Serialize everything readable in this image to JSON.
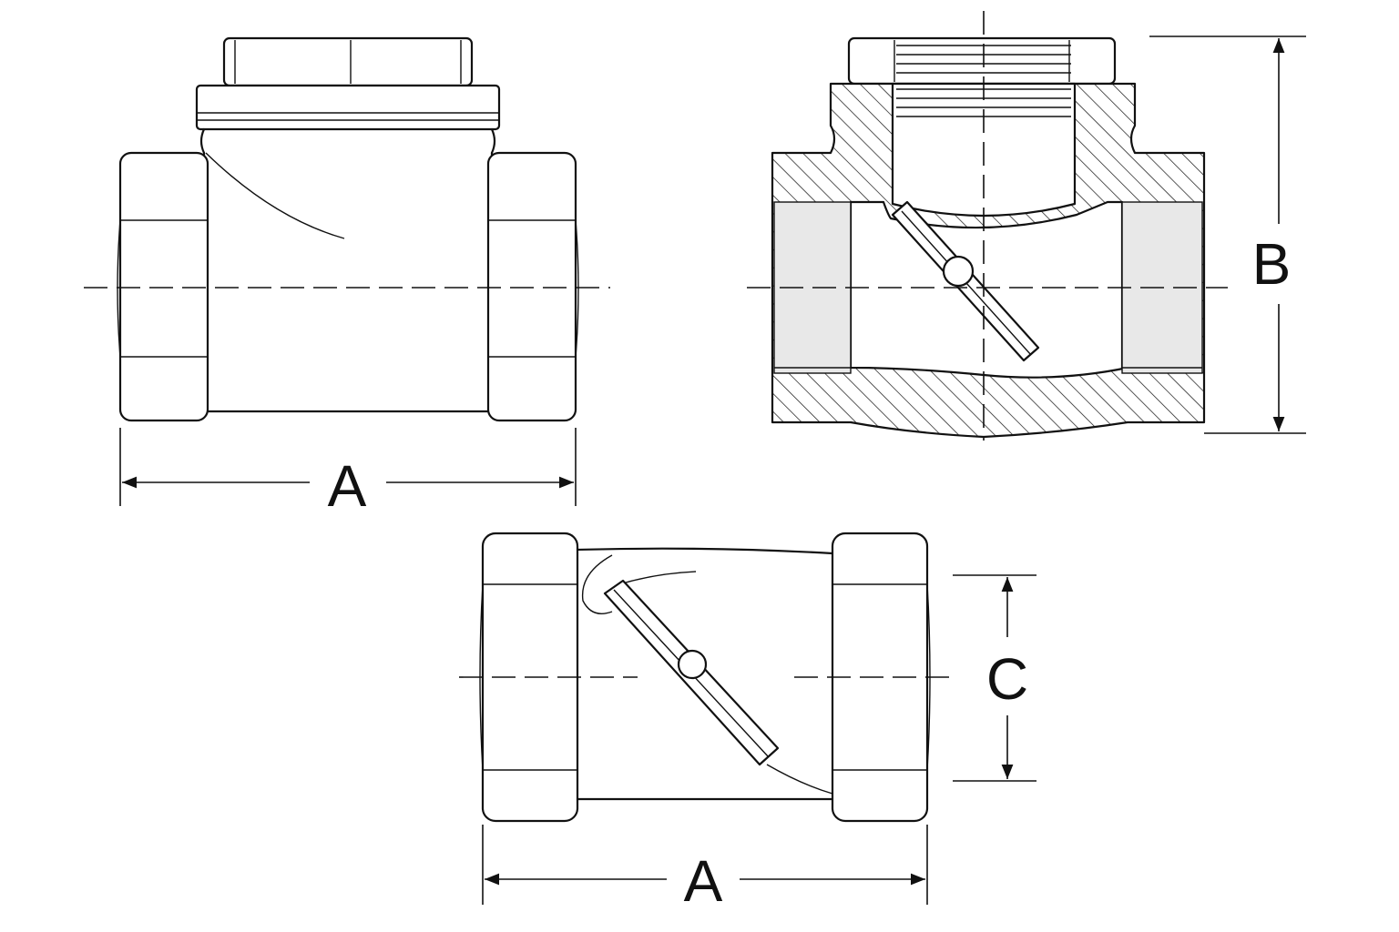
{
  "dimensions": {
    "top_left_width": "A",
    "top_right_height": "B",
    "bottom_height": "C",
    "bottom_width": "A"
  }
}
